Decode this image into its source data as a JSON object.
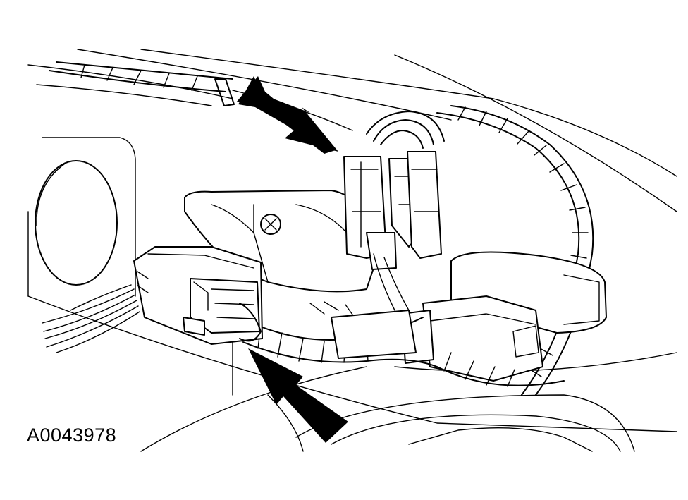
{
  "figure": {
    "id_label": "A0043978"
  },
  "callouts": [
    {
      "name": "upper-arrow",
      "points_to": "upper-connector"
    },
    {
      "name": "lower-arrow",
      "points_to": "lower-connector"
    }
  ],
  "colors": {
    "ink": "#000000",
    "paper": "#ffffff"
  }
}
